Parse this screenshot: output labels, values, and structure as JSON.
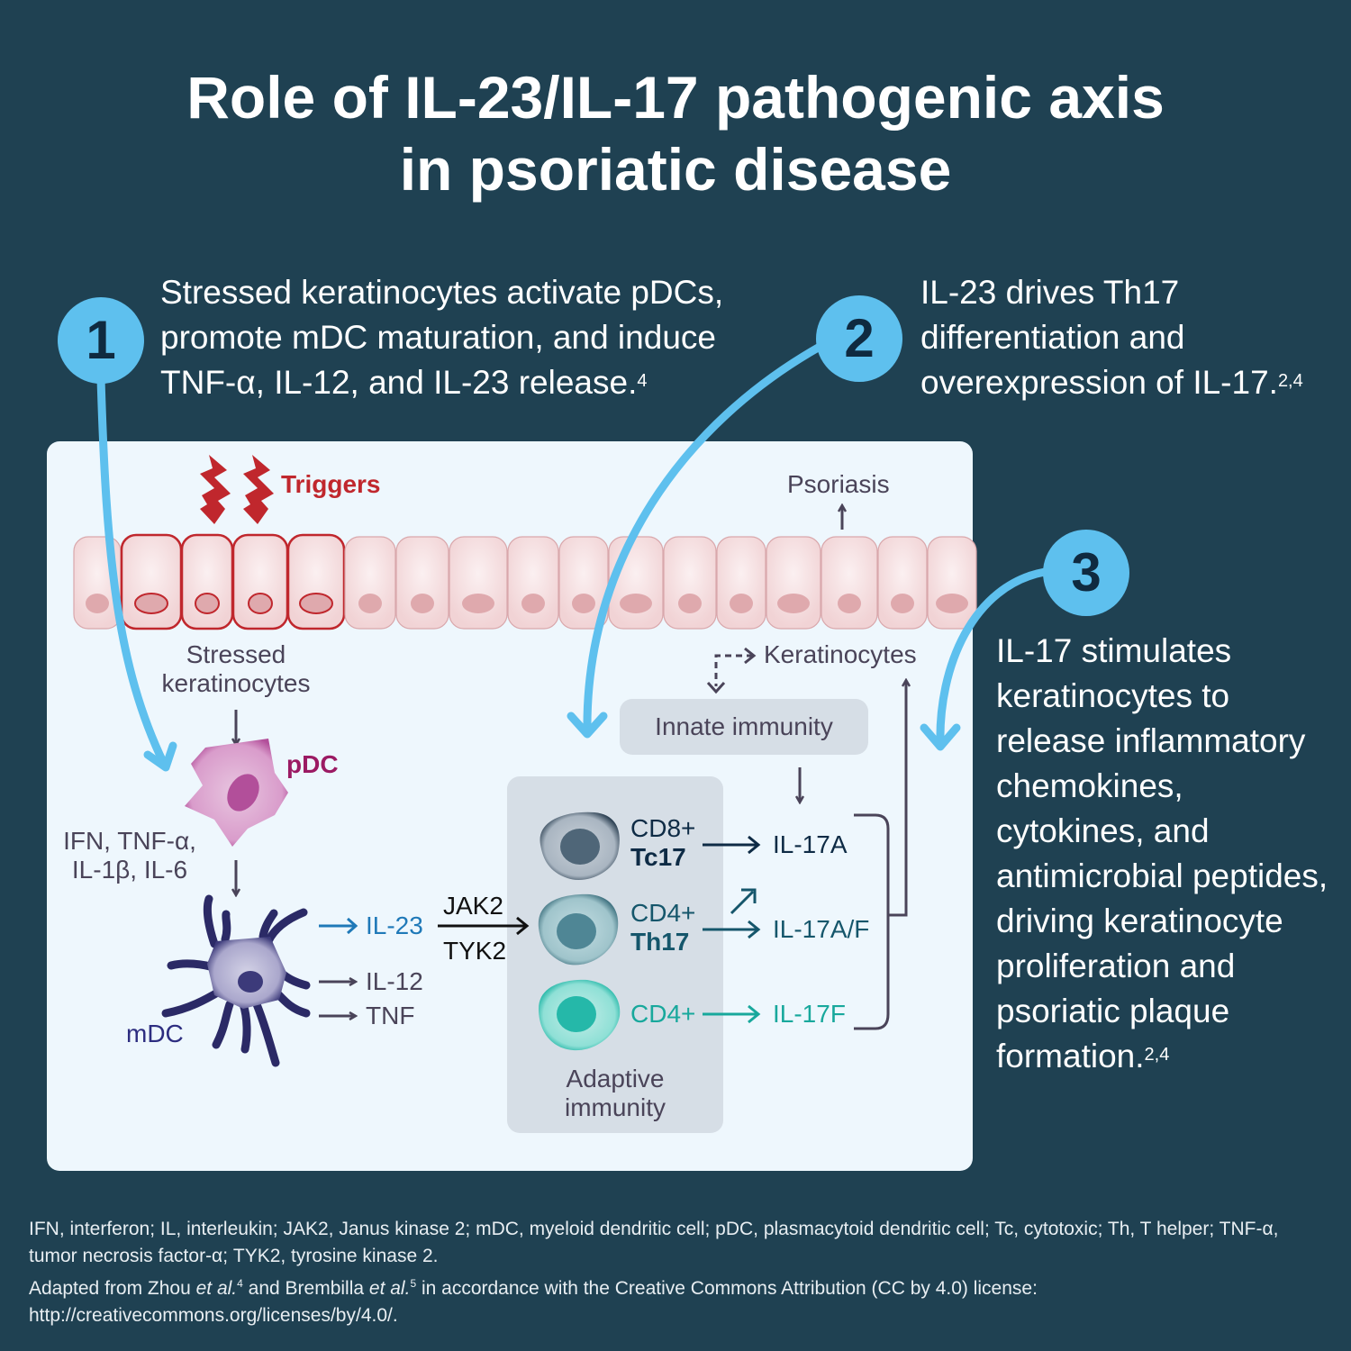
{
  "title": {
    "line1": "Role of IL-23/IL-17 pathogenic axis",
    "line2": "in psoriatic disease"
  },
  "steps": [
    {
      "number": "1",
      "text": "Stressed keratinocytes activate pDCs, promote mDC maturation, and induce TNF-α, IL-12, and IL-23 release.",
      "refs": "4"
    },
    {
      "number": "2",
      "text": "IL-23 drives Th17 differentiation and overexpression of  IL-17.",
      "refs": "2,4"
    },
    {
      "number": "3",
      "text": "IL-17 stimulates keratinocytes to release inflammatory chemokines, cytokines, and antimicrobial peptides, driving keratinocyte proliferation and psoriatic plaque formation.",
      "refs": "2,4"
    }
  ],
  "diagram": {
    "triggers": "Triggers",
    "psoriasis": "Psoriasis",
    "stressed_keratinocytes": [
      "Stressed",
      "keratinocytes"
    ],
    "keratinocytes": "Keratinocytes",
    "innate_immunity": "Innate immunity",
    "adaptive_immunity": [
      "Adaptive",
      "immunity"
    ],
    "pdc": "pDC",
    "mdc": "mDC",
    "pdc_cytokines": [
      "IFN, TNF-α,",
      "IL-1β, IL-6"
    ],
    "mdc_outputs": [
      "IL-23",
      "IL-12",
      "TNF"
    ],
    "jak": "JAK2",
    "tyk": "TYK2",
    "cells": [
      {
        "line1": "CD8+",
        "line2": "Tc17",
        "output": "IL-17A",
        "color": "#0e2b45"
      },
      {
        "line1": "CD4+",
        "line2": "Th17",
        "output": "IL-17A/F",
        "color": "#15566b"
      },
      {
        "line1": "CD4+",
        "line2": "",
        "output": "IL-17F",
        "color": "#18a89c"
      }
    ],
    "colors": {
      "trigger": "#c0272d",
      "pdc": "#9b1a63",
      "mdc": "#2d2d80",
      "il23": "#1f79b8",
      "accent_blue": "#5ec0ee"
    }
  },
  "footer": {
    "abbreviations": "IFN, interferon; IL, interleukin; JAK2, Janus kinase 2; mDC, myeloid dendritic cell; pDC, plasmacytoid dendritic cell; Tc, cytotoxic; Th, T helper; TNF-α, tumor necrosis factor-α; TYK2, tyrosine kinase 2.",
    "adapted_prefix": "Adapted from Zhou ",
    "etal": "et al.",
    "ref1": "4",
    "adapted_mid": " and Brembilla ",
    "ref2": "5",
    "adapted_suffix": " in accordance with the Creative Commons Attribution (CC by 4.0) license:",
    "url": "http://creativecommons.org/licenses/by/4.0/."
  }
}
